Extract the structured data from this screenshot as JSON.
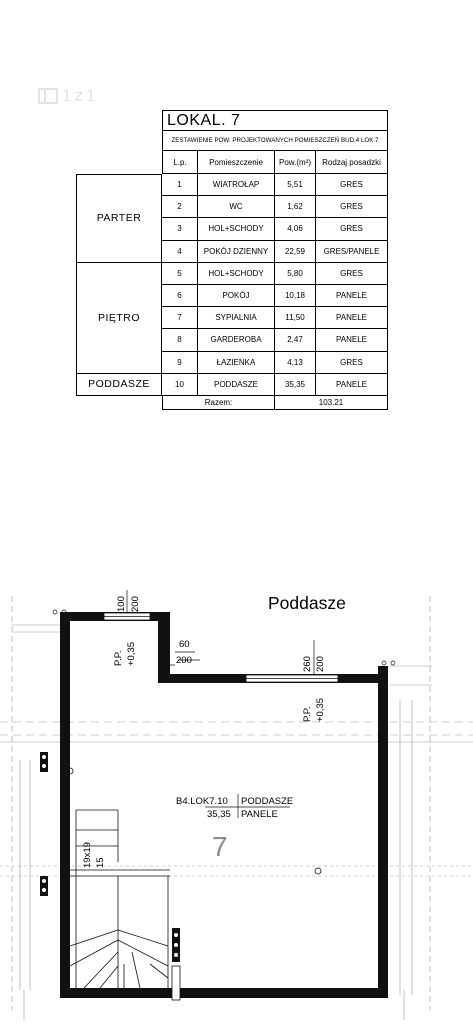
{
  "watermark": {
    "text": "1z1"
  },
  "table": {
    "title": "LOKAL. 7",
    "subtitle": "ZESTAWIENIE  POW.  PROJEKTOWANYCH  POMIESZCZEŃ  BUD.4  LOK.7",
    "headers": {
      "lp": "L.p.",
      "room": "Pomieszczenie",
      "area": "Pow.(m²)",
      "floor": "Rodzaj posadzki"
    },
    "sections": [
      {
        "name": "PARTER",
        "rows": [
          {
            "lp": "1",
            "room": "WIATROŁAP",
            "area": "5,51",
            "floor": "GRES"
          },
          {
            "lp": "2",
            "room": "WC",
            "area": "1,62",
            "floor": "GRES"
          },
          {
            "lp": "3",
            "room": "HOL+SCHODY",
            "area": "4,06",
            "floor": "GRES"
          },
          {
            "lp": "4",
            "room": "POKÓJ DZIENNY",
            "area": "22,59",
            "floor": "GRES/PANELE"
          }
        ]
      },
      {
        "name": "PIĘTRO",
        "rows": [
          {
            "lp": "5",
            "room": "HOL+SCHODY",
            "area": "5,80",
            "floor": "GRES"
          },
          {
            "lp": "6",
            "room": "POKÓJ",
            "area": "10,18",
            "floor": "PANELE"
          },
          {
            "lp": "7",
            "room": "SYPIALNIA",
            "area": "11,50",
            "floor": "PANELE"
          },
          {
            "lp": "8",
            "room": "GARDEROBA",
            "area": "2,47",
            "floor": "PANELE"
          },
          {
            "lp": "9",
            "room": "ŁAZIENKA",
            "area": "4,13",
            "floor": "GRES"
          }
        ]
      },
      {
        "name": "PODDASZE",
        "rows": [
          {
            "lp": "10",
            "room": "PODDASZE",
            "area": "35,35",
            "floor": "PANELE"
          }
        ]
      }
    ],
    "total": {
      "label": "Razem:",
      "value": "103.21"
    }
  },
  "plan": {
    "title": "Poddasze",
    "room_id": "B4.LOK7.10",
    "room_name": "PODDASZE",
    "room_area": "35,35",
    "room_floor": "PANELE",
    "room_number": "7",
    "dims": {
      "left_window_width": "100",
      "left_window_height": "200",
      "left_sill_label": "P.P.",
      "left_sill_value": "+0,35",
      "small_width": "60",
      "small_height": "200",
      "right_window_width": "260",
      "right_window_height": "200",
      "right_sill_label": "P.P.",
      "right_sill_value": "+0,35",
      "stairs_label": "19x19",
      "stairs_value": "15"
    }
  }
}
